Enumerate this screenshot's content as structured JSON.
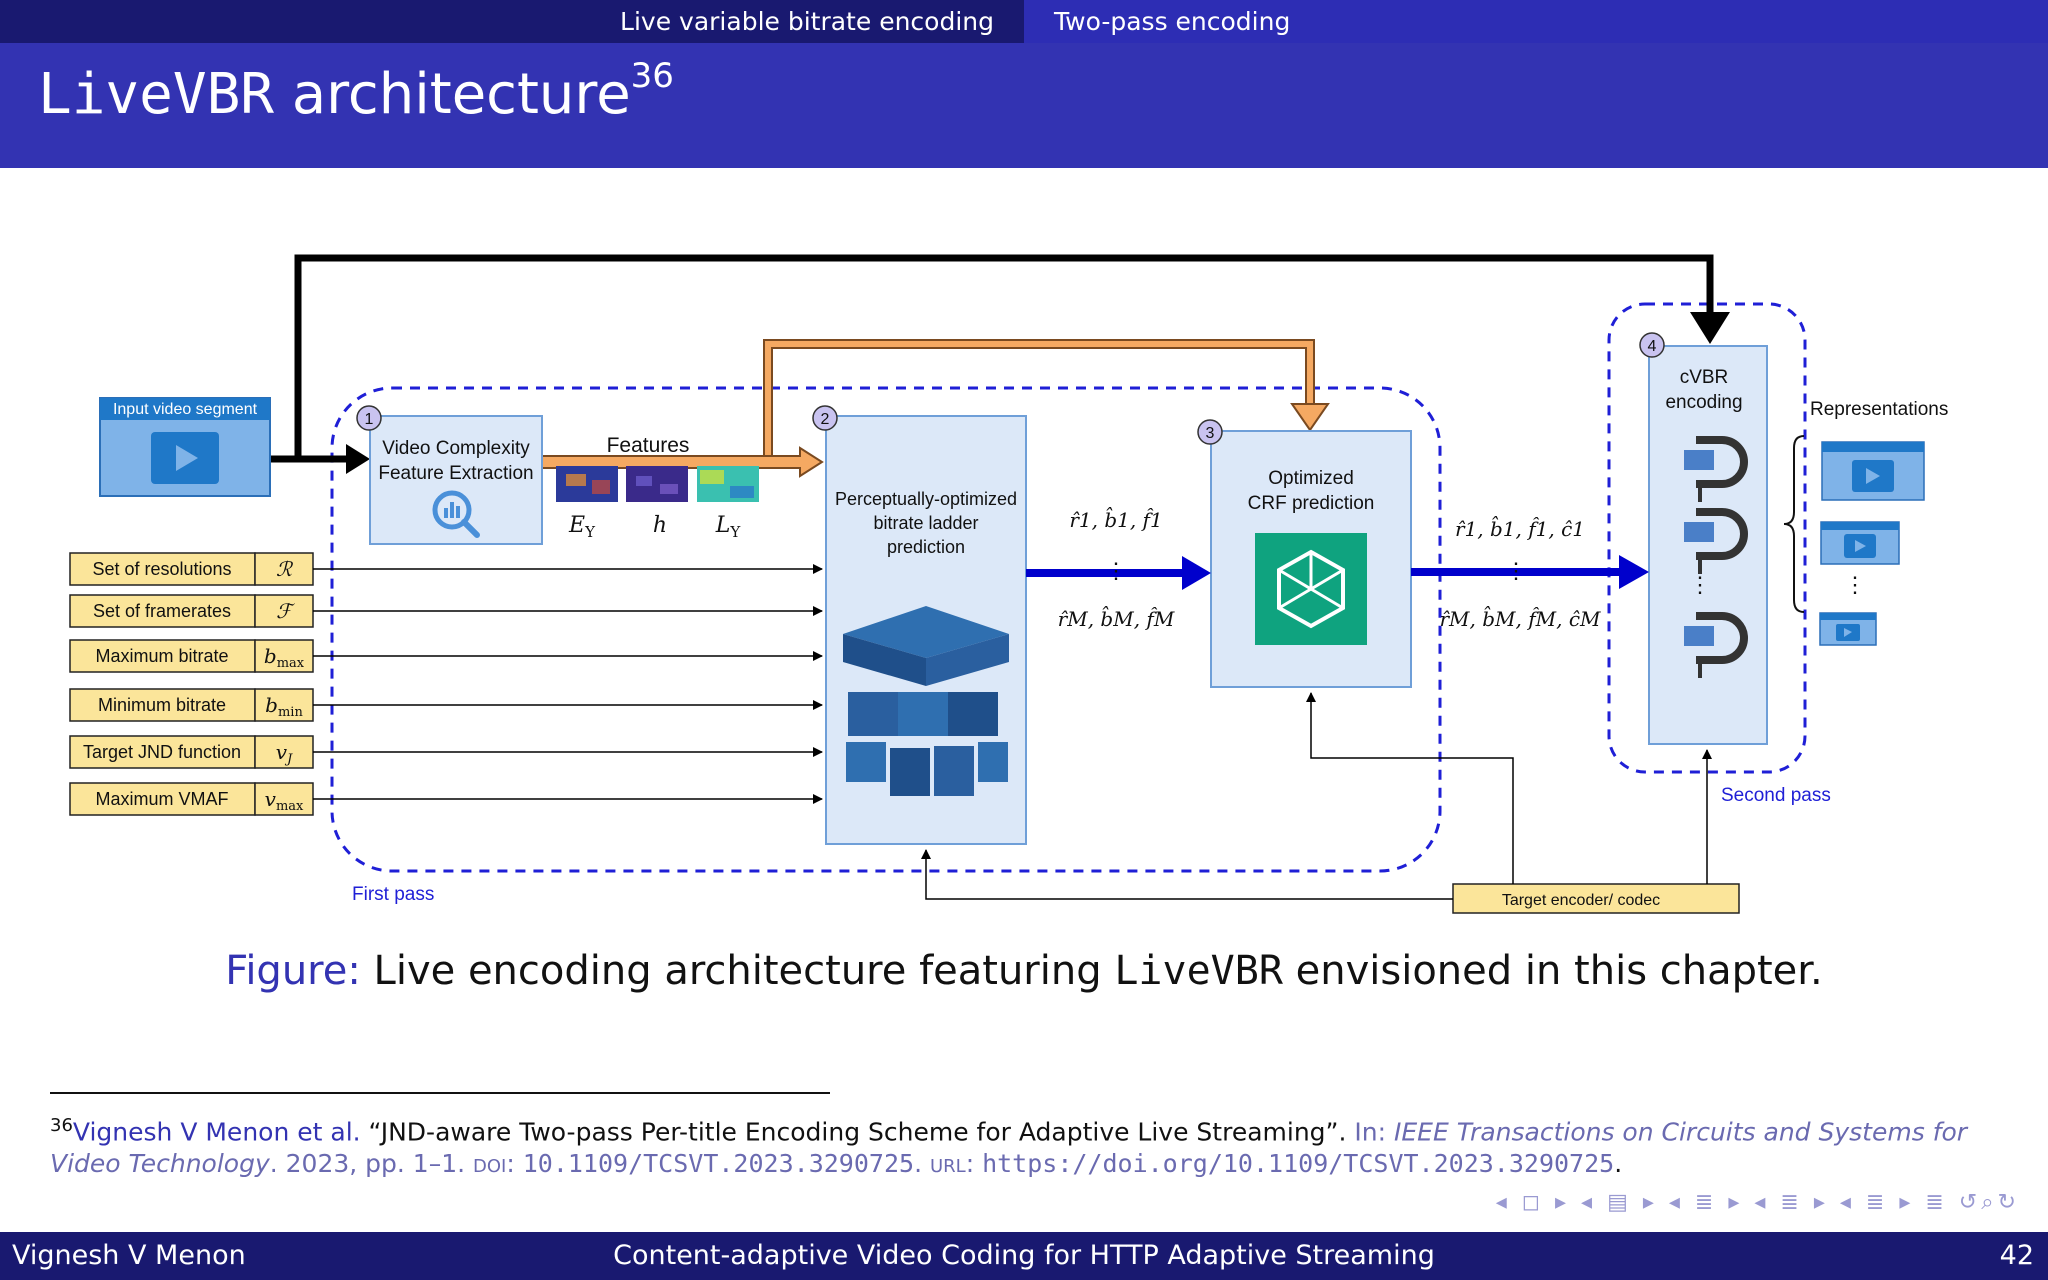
{
  "nav": {
    "section1": "Live variable bitrate encoding",
    "section2": "Two-pass encoding"
  },
  "slide": {
    "title_prefix": "LiveVBR",
    "title_rest": " architecture",
    "title_ref": "36"
  },
  "diagram": {
    "input_label": "Input video segment",
    "box1": {
      "num": "1",
      "line1": "Video Complexity",
      "line2": "Feature Extraction"
    },
    "features": {
      "label": "Features",
      "f1": "E",
      "f1_sub": "Y",
      "f2": "h",
      "f3": "L",
      "f3_sub": "Y"
    },
    "box2": {
      "num": "2",
      "line1": "Perceptually-optimized",
      "line2": "bitrate ladder",
      "line3": "prediction"
    },
    "box3": {
      "num": "3",
      "line1": "Optimized",
      "line2": "CRF prediction"
    },
    "box4": {
      "num": "4",
      "line1": "cVBR",
      "line2": "encoding"
    },
    "params": [
      {
        "label": "Set of resolutions",
        "sym": "ℛ",
        "sub": ""
      },
      {
        "label": "Set of framerates",
        "sym": "ℱ",
        "sub": ""
      },
      {
        "label": "Maximum bitrate",
        "sym": "b",
        "sub": "max"
      },
      {
        "label": "Minimum bitrate",
        "sym": "b",
        "sub": "min"
      },
      {
        "label": "Target JND function",
        "sym": "v",
        "sub": "J"
      },
      {
        "label": "Maximum VMAF",
        "sym": "v",
        "sub": "max"
      }
    ],
    "mid_top": "r̂1, b̂1, f̂1",
    "mid_bot": "r̂M, b̂M, f̂M",
    "right_top": "r̂1, b̂1, f̂1, ĉ1",
    "right_bot": "r̂M, b̂M, f̂M, ĉM",
    "representations": "Representations",
    "first_pass": "First pass",
    "second_pass": "Second pass",
    "target_encoder": "Target encoder/ codec",
    "colors": {
      "dashed": "#1f1fd6",
      "box_fill": "#dce8f8",
      "box_stroke": "#6f9fd8",
      "param_fill": "#fbe59a",
      "orange": "#f5a962",
      "blue_arrow": "#0000cc",
      "green": "#0fa37f"
    }
  },
  "figure": {
    "label": "Figure:",
    "text_a": " Live encoding architecture featuring ",
    "text_mono": "LiveVBR",
    "text_b": " envisioned in this chapter."
  },
  "footnote": {
    "num": "36",
    "authors": "Vignesh V Menon et al.",
    "title": " “JND-aware Two-pass Per-title Encoding Scheme for Adaptive Live Streaming”.",
    "in": " In: ",
    "journal": "IEEE Transactions on Circuits and Systems for Video Technology",
    "year_pages": ". 2023, pp. 1–1. ",
    "doi_label": "DOI",
    "doi": "10.1109/TCSVT.2023.3290725",
    "url_label": "URL",
    "url": "https://doi.org/10.1109/TCSVT.2023.3290725"
  },
  "footer": {
    "author": "Vignesh V Menon",
    "talk": "Content-adaptive Video Coding for HTTP Adaptive Streaming",
    "page": "42"
  },
  "nav_symbols": "◂ ◻ ▸ ◂ ▤ ▸ ◂ ≣ ▸ ◂ ≣ ▸ ◂ ≣ ▸   ≣   ↺⌕↻"
}
